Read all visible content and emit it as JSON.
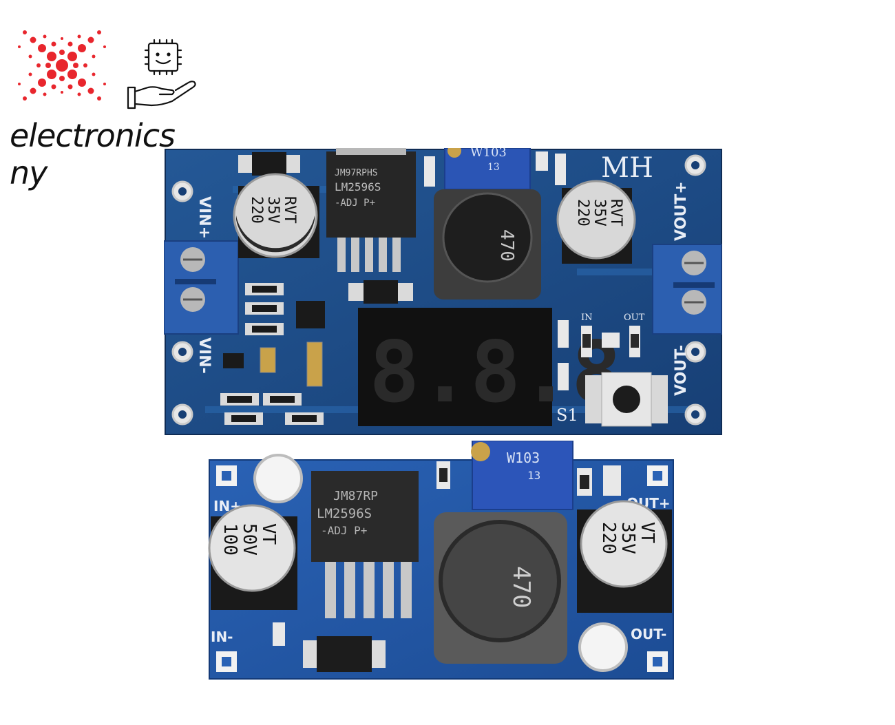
{
  "logo": {
    "wordmark": "electronics ny"
  },
  "board_top": {
    "brand": "MH",
    "pot": "W103",
    "pot_sub": "13",
    "ic_line1": "JM97RPHS",
    "ic_line2": "LM2596S",
    "ic_line3": "-ADJ P+",
    "inductor": "470",
    "cap_left": [
      "220",
      "35V",
      "RVT"
    ],
    "cap_right": [
      "220",
      "35V",
      "RVT"
    ],
    "vin_plus": "VIN+",
    "vin_minus": "VIN-",
    "vout_plus": "VOUT+",
    "vout_minus": "VOUT-",
    "led_in": "IN",
    "led_out": "OUT",
    "switch": "S1",
    "display": "8.8.8."
  },
  "board_bottom": {
    "pot": "W103",
    "pot_sub": "13",
    "ic_line1": "JM87RP",
    "ic_line2": "LM2596S",
    "ic_line3": "-ADJ P+",
    "inductor": "470",
    "cap_left": [
      "100",
      "50V",
      "VT"
    ],
    "cap_right": [
      "220",
      "35V",
      "VT"
    ],
    "in_plus": "IN+",
    "in_minus": "IN-",
    "out_plus": "OUT+",
    "out_minus": "OUT-"
  },
  "colors": {
    "pcb": "#1f4f8e",
    "pcb_dark": "#163d72",
    "logo_red": "#e8262d",
    "terminal": "#2c5fb0"
  }
}
